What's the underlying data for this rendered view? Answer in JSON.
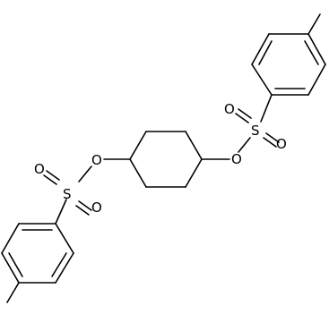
{
  "molecule": {
    "atom_labels": {
      "o_ester_left": "O",
      "o_ester_right": "O",
      "s_left": "S",
      "s_right": "S",
      "o_sulfonyl_left_top": "O",
      "o_sulfonyl_left_bottom": "O",
      "o_sulfonyl_right_top": "O",
      "o_sulfonyl_right_bottom": "O"
    }
  }
}
